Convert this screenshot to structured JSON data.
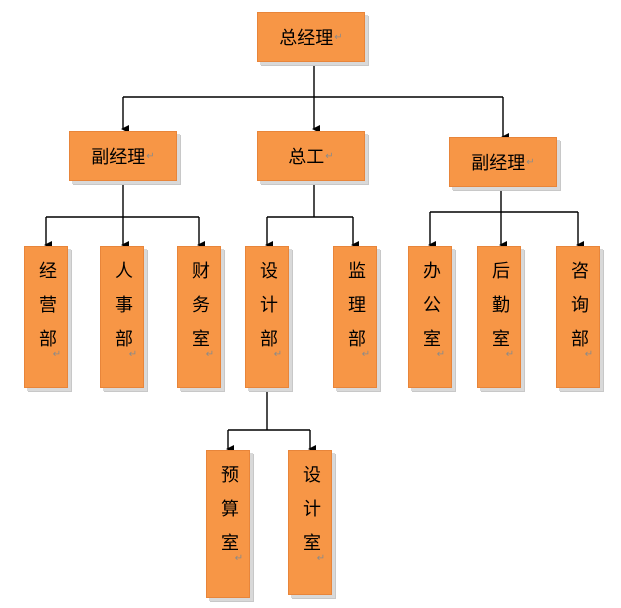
{
  "return_mark": "↵",
  "nodes": {
    "general_manager": "总经理",
    "deputy_manager_left": "副经理",
    "chief_engineer": "总工",
    "deputy_manager_right": "副经理",
    "operations_dept": "经营部",
    "hr_dept": "人事部",
    "finance_office": "财务室",
    "design_dept": "设计部",
    "supervision_dept": "监理部",
    "admin_office": "办公室",
    "logistics_office": "后勤室",
    "consulting_dept": "咨询部",
    "budget_office": "预算室",
    "design_office": "设计室"
  },
  "colors": {
    "box_fill": "#f79646",
    "connector": "#000000"
  }
}
